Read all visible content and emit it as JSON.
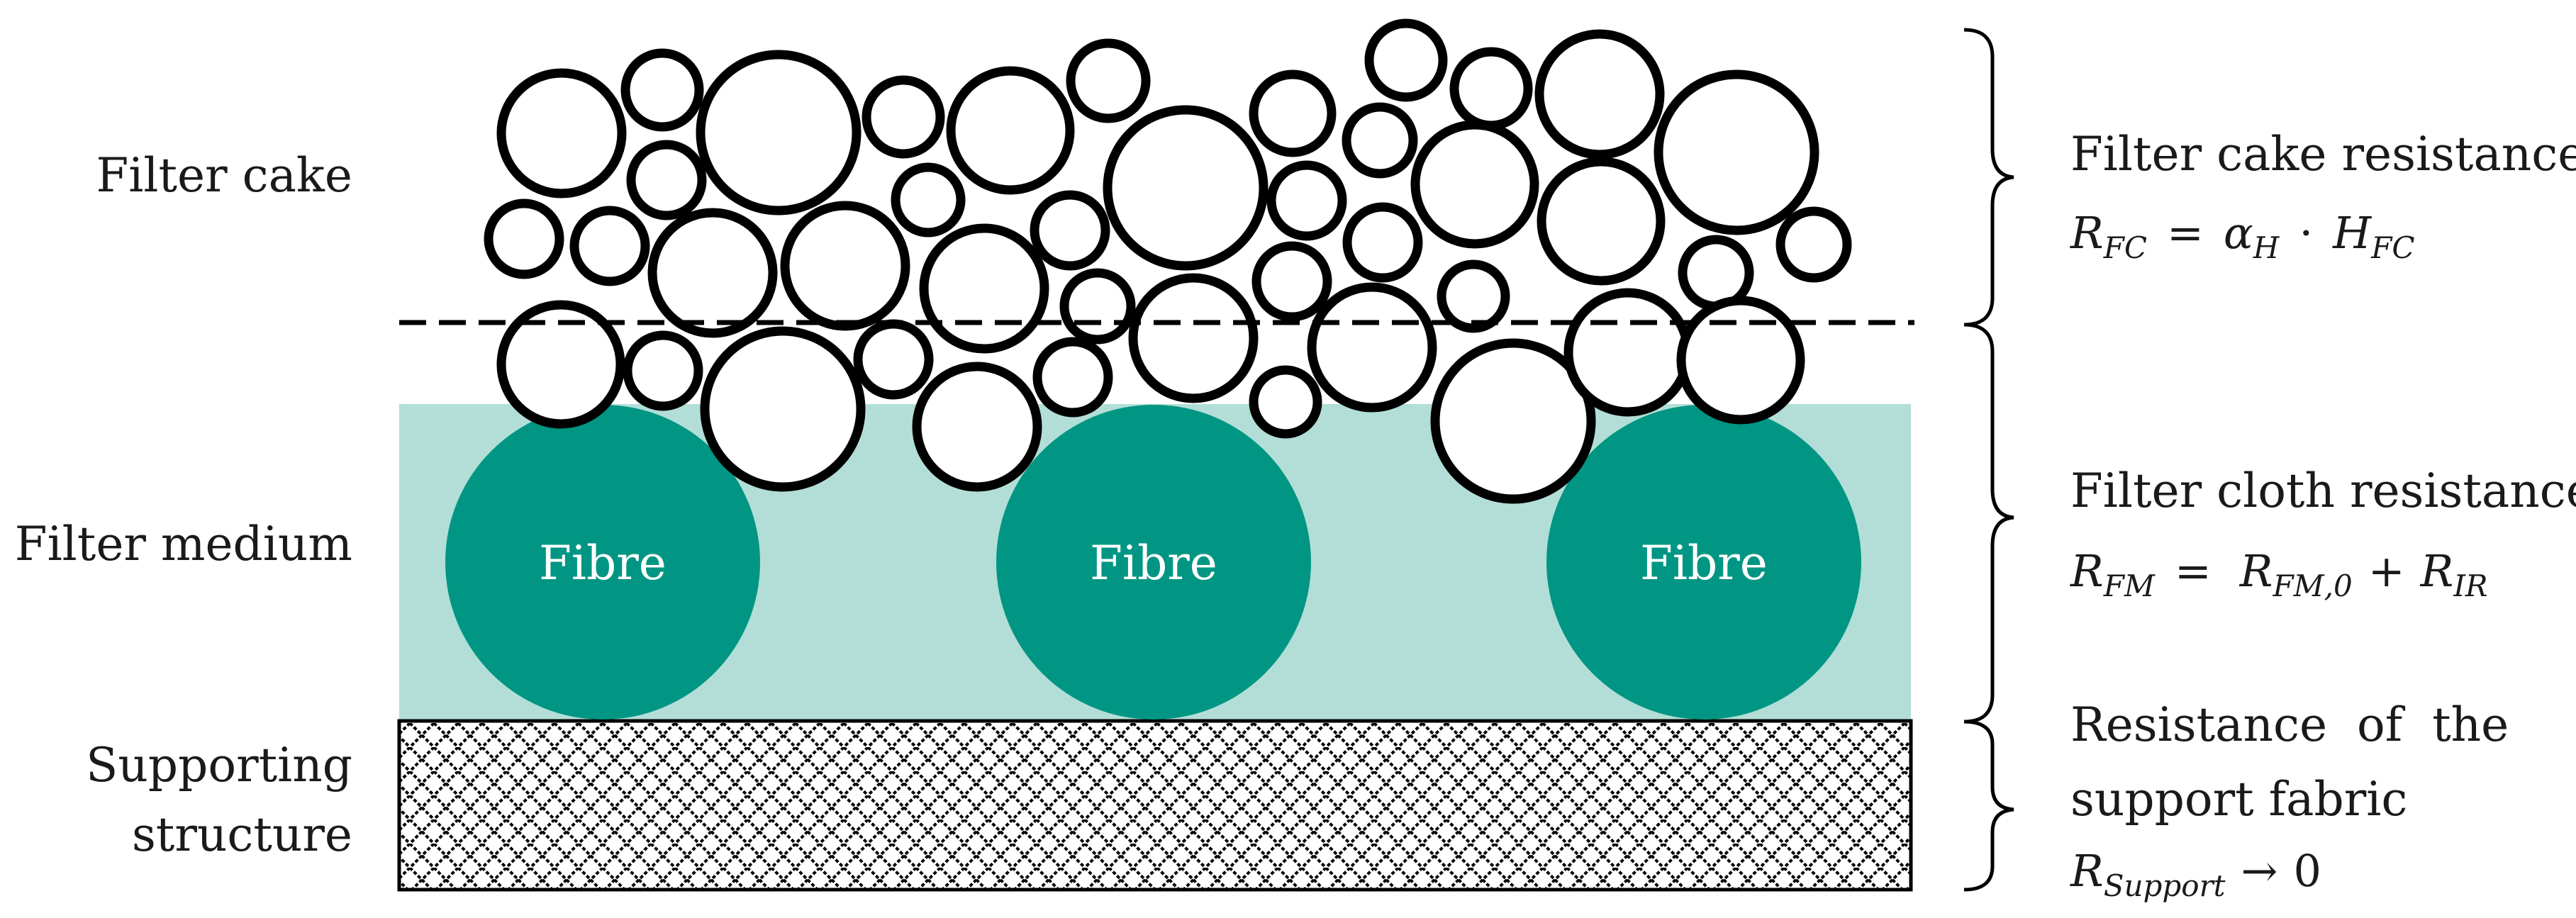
{
  "layers": {
    "filter_cake": "Filter cake",
    "filter_medium": "Filter medium",
    "supporting_structure_line1": "Supporting",
    "supporting_structure_line2": "structure"
  },
  "fibres": [
    "Fibre",
    "Fibre",
    "Fibre"
  ],
  "resistances": {
    "cake": {
      "title": "Filter cake resistance",
      "eq": {
        "lhs": "R",
        "lhs_sub": "FC",
        "equals": "=",
        "a": "α",
        "a_sub": "H",
        "dot": "·",
        "b": "H",
        "b_sub": "FC"
      }
    },
    "cloth": {
      "title": "Filter cloth resistance",
      "eq": {
        "lhs": "R",
        "lhs_sub": "FM",
        "equals": "=",
        "a": "R",
        "a_sub": "FM,0",
        "plus": "+",
        "b": "R",
        "b_sub": "IR"
      }
    },
    "support": {
      "title_line1": "Resistance  of  the",
      "title_line2": "support fabric",
      "eq": {
        "lhs": "R",
        "lhs_sub": "Support",
        "arrow": "→",
        "value": "0"
      }
    }
  },
  "colors": {
    "medium_fill": "#b3ded8",
    "fibre_fill": "#009683",
    "particle_stroke": "#000000"
  }
}
